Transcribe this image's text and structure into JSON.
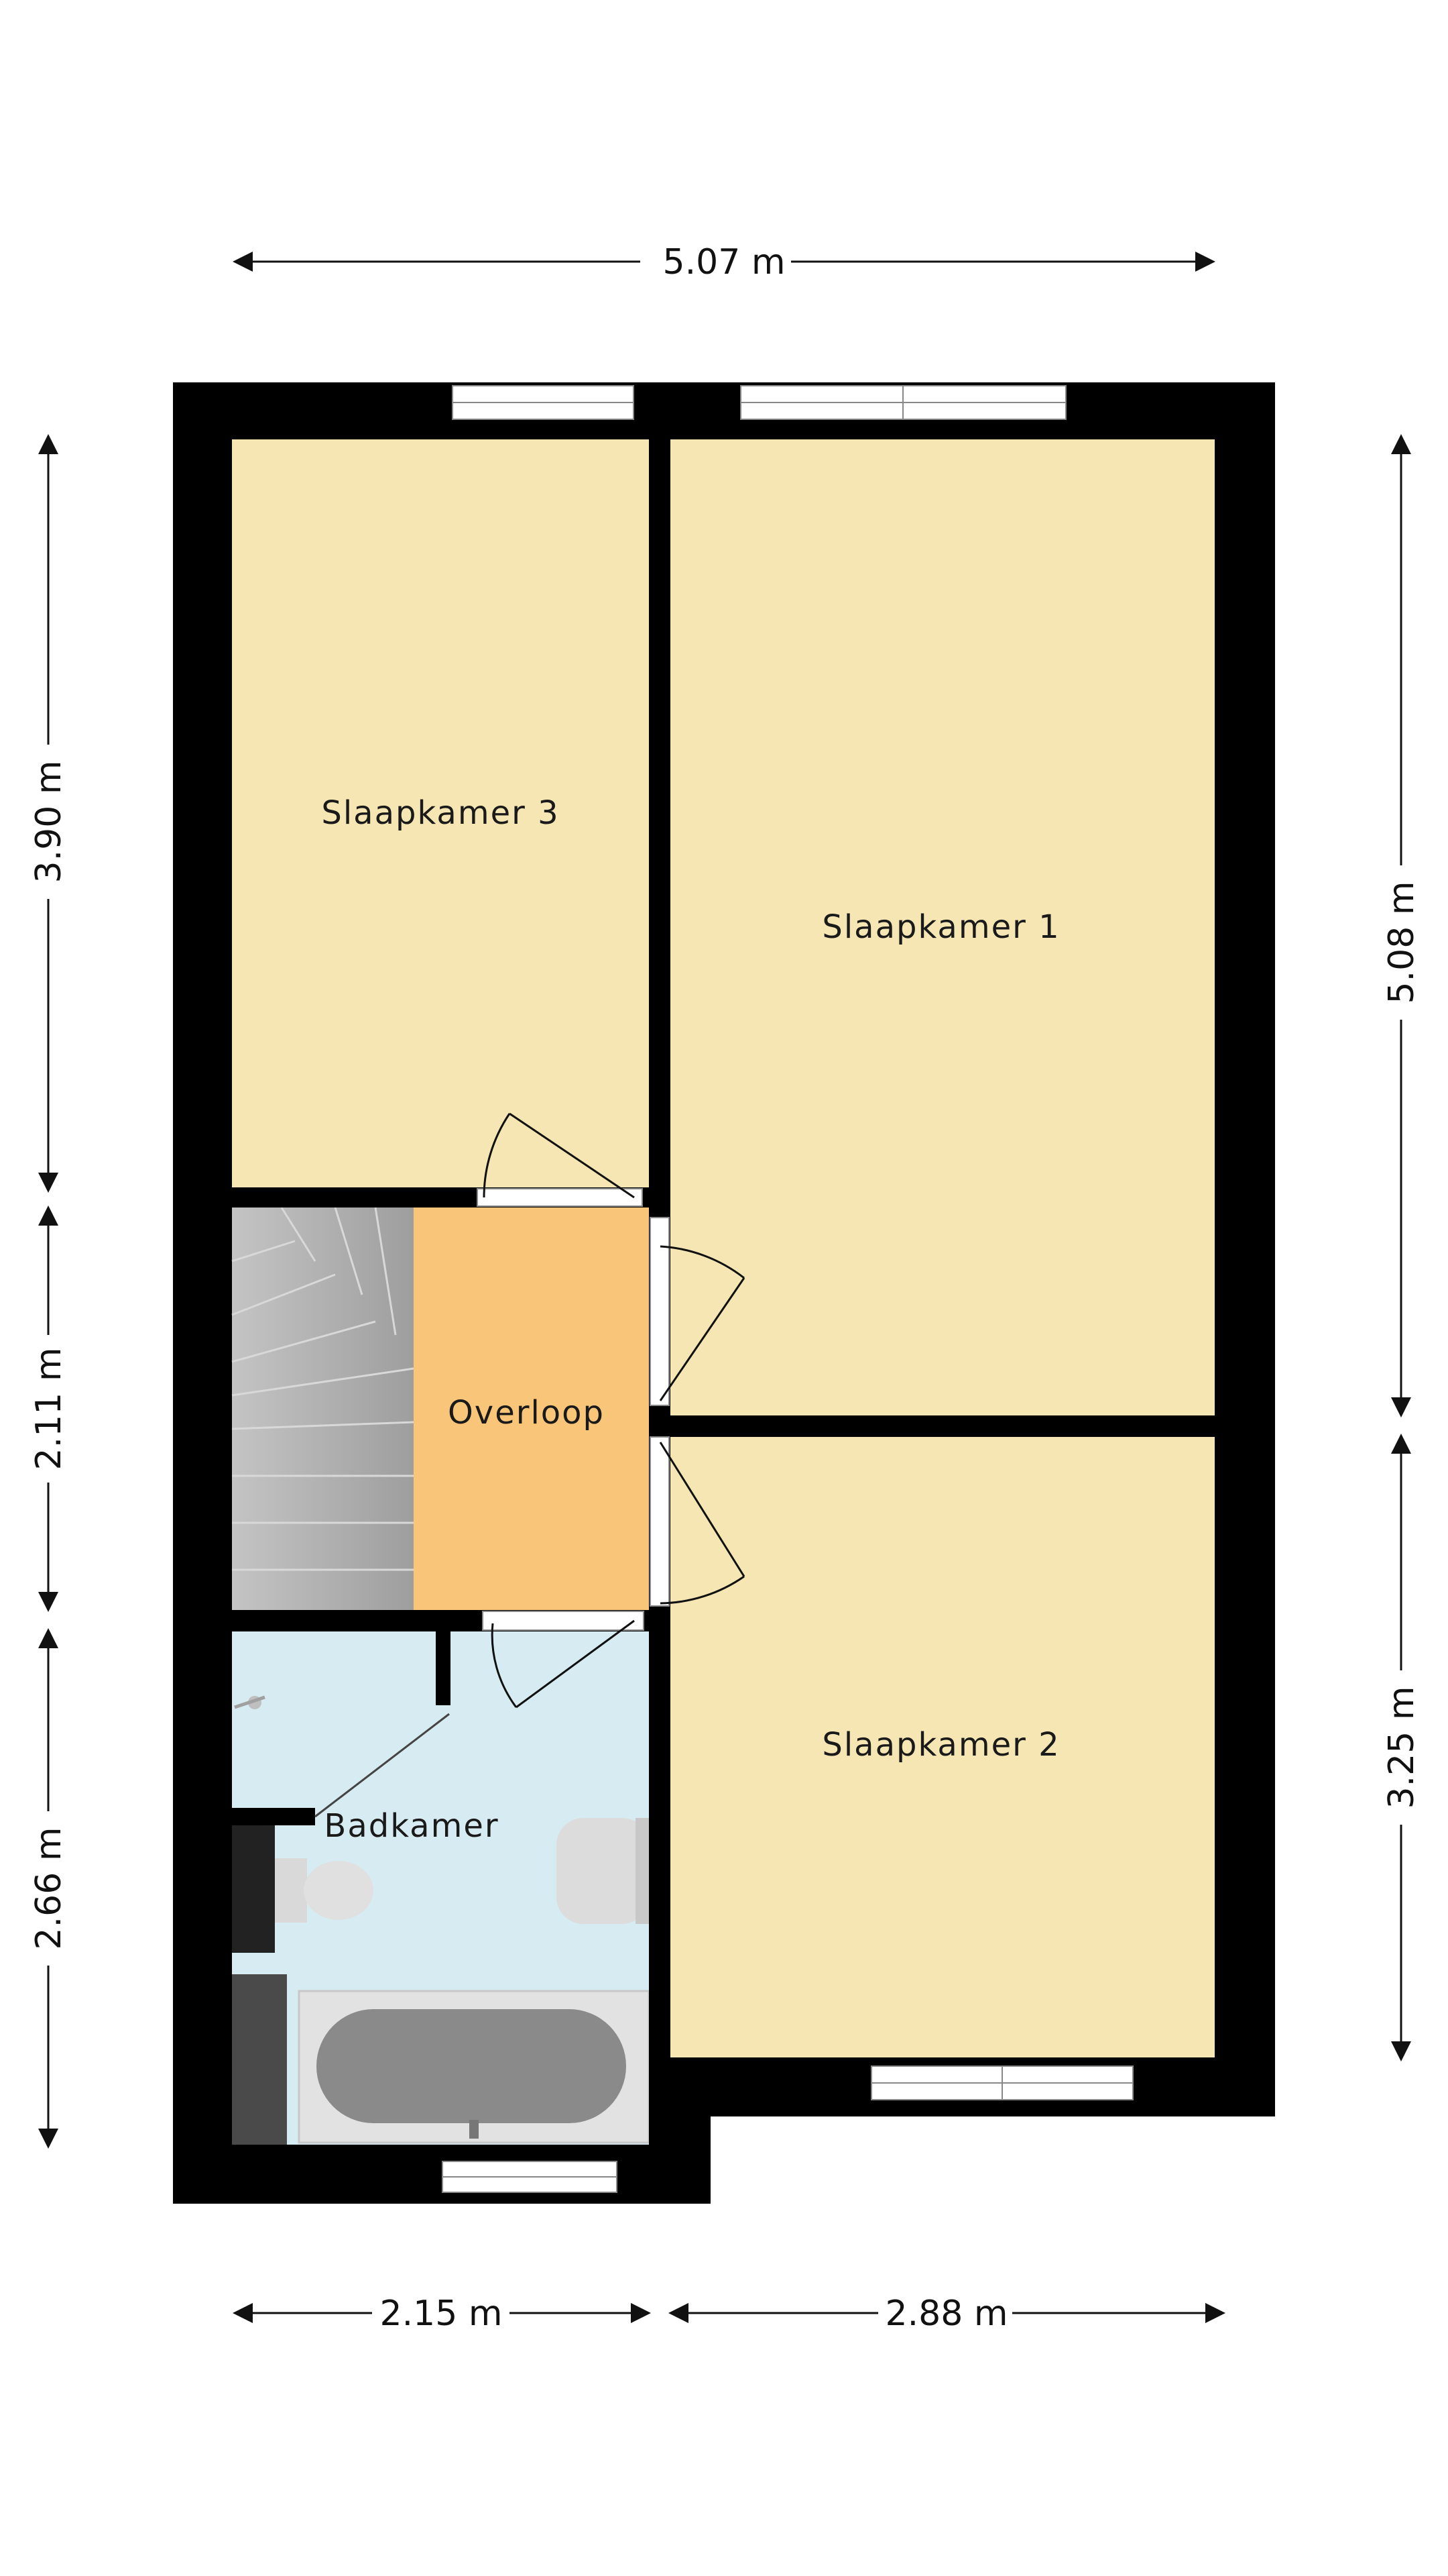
{
  "colors": {
    "wall": "#000000",
    "bedroom": "#f5e6b4",
    "landing": "#f9c679",
    "bathroom": "#d6ecf2",
    "stairs": "#b8b8b8",
    "fixture": "#d9d9d9",
    "dimension": "#111111"
  },
  "rooms": {
    "slaapkamer3": "Slaapkamer 3",
    "slaapkamer1": "Slaapkamer 1",
    "overloop": "Overloop",
    "slaapkamer2": "Slaapkamer 2",
    "badkamer": "Badkamer"
  },
  "dimensions": {
    "top_width": "5.07 m",
    "left_top": "3.90 m",
    "left_middle": "2.11 m",
    "left_bottom": "2.66 m",
    "right_top": "5.08 m",
    "right_bottom": "3.25 m",
    "bottom_left": "2.15 m",
    "bottom_right": "2.88 m"
  }
}
